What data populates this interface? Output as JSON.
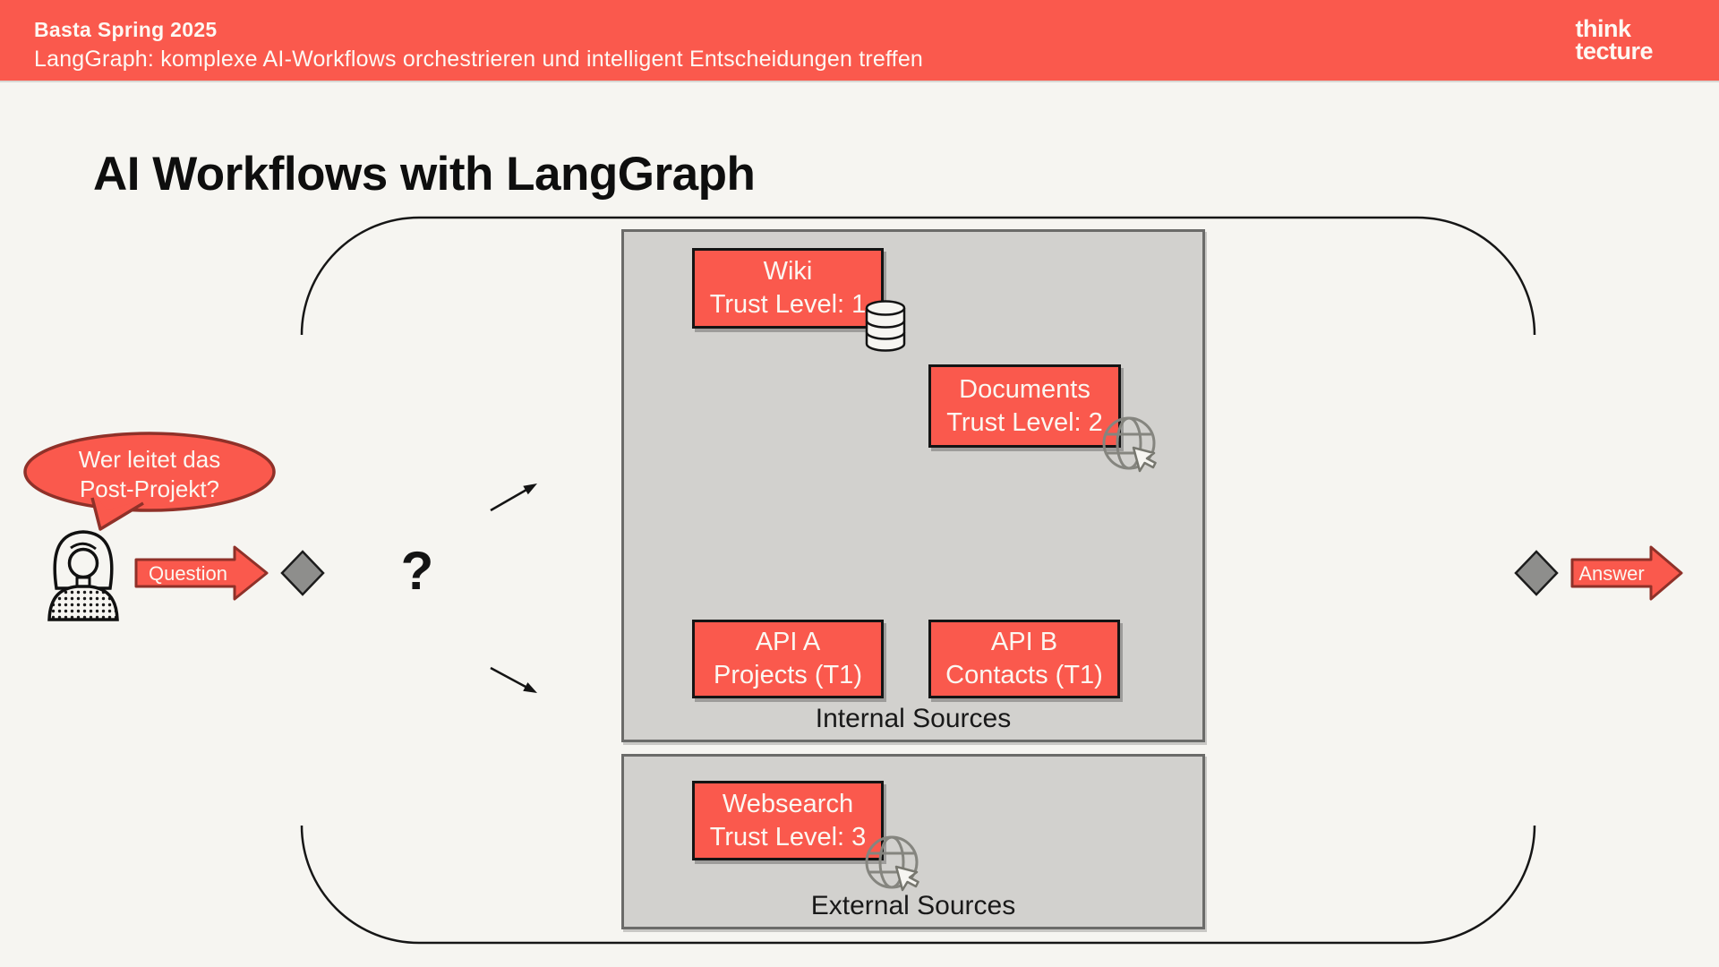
{
  "header": {
    "event": "Basta Spring 2025",
    "subtitle": "LangGraph: komplexe AI-Workflows orchestrieren und intelligent Entscheidungen treffen",
    "logo_line1": "think",
    "logo_line2": "tecture",
    "background": "#FA594D"
  },
  "slide": {
    "title": "AI Workflows with LangGraph",
    "background": "#F6F5F1"
  },
  "diagram": {
    "question_bubble": {
      "line1": "Wer leitet das",
      "line2": "Post-Projekt?"
    },
    "question_arrow_label": "Question",
    "answer_arrow_label": "Answer",
    "decision_mark": "?",
    "internal_sources": {
      "label": "Internal Sources",
      "nodes": [
        {
          "title": "Wiki",
          "subtitle": "Trust Level: 1",
          "icon": "database-icon"
        },
        {
          "title": "Documents",
          "subtitle": "Trust Level: 2",
          "icon": "globe-pointer-icon"
        },
        {
          "title": "API A",
          "subtitle": "Projects (T1)",
          "icon": ""
        },
        {
          "title": "API B",
          "subtitle": "Contacts (T1)",
          "icon": ""
        }
      ]
    },
    "external_sources": {
      "label": "External Sources",
      "nodes": [
        {
          "title": "Websearch",
          "subtitle": "Trust Level: 3",
          "icon": "globe-pointer-icon"
        }
      ]
    },
    "colors": {
      "accent_red": "#FA594D",
      "dark_red_border": "#8F3129",
      "node_border": "#141414",
      "box_gray": "#D2D1CE",
      "box_gray_border": "#6B6B69",
      "diamond_gray": "#8E8E8C",
      "background": "#F6F5F1"
    }
  }
}
